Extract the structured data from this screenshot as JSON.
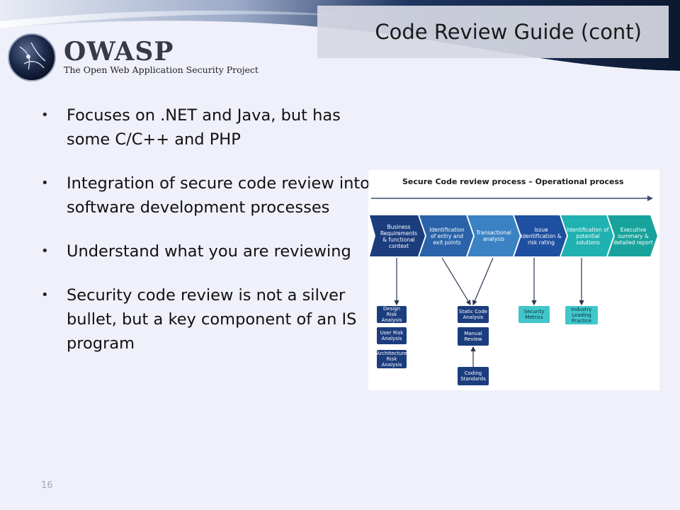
{
  "slide": {
    "title": "Code Review Guide (cont)",
    "page_number": "16"
  },
  "logo": {
    "wordmark": "OWASP",
    "tagline": "The Open Web Application Security Project"
  },
  "bullets": [
    "Focuses on .NET and Java, but has some C/C++ and PHP",
    "Integration of secure code review into software development processes",
    "Understand what you are reviewing",
    "Security code review is not a silver bullet, but a key component of an IS program"
  ],
  "diagram": {
    "title": "Secure Code review process – Operational process",
    "stages": [
      "Business Requirements & functional context",
      "Identification of entry and exit points",
      "Transactional analysis",
      "Issue identification & risk rating",
      "Identification of potential solutions",
      "Executive summary & detailed report"
    ],
    "outputs": {
      "design_risk": "Design Risk Analysis",
      "user_risk": "User Risk Analysis",
      "architecture_risk": "Architecture Risk Analysis",
      "static_code": "Static Code Analysis",
      "manual_review": "Manual Review",
      "coding_standards": "Coding Standards",
      "security_metrics": "Security Metrics",
      "industry_practice": "Industry Leading Practice"
    }
  },
  "colors": {
    "slide_bg": "#eff0f9",
    "header_dark": "#0d1a33",
    "chevron_dark": "#1b3d7e",
    "chevron_mid": "#2b6fb0",
    "chevron_teal": "#1fb2b0",
    "box_cyan": "#41c7c9"
  }
}
